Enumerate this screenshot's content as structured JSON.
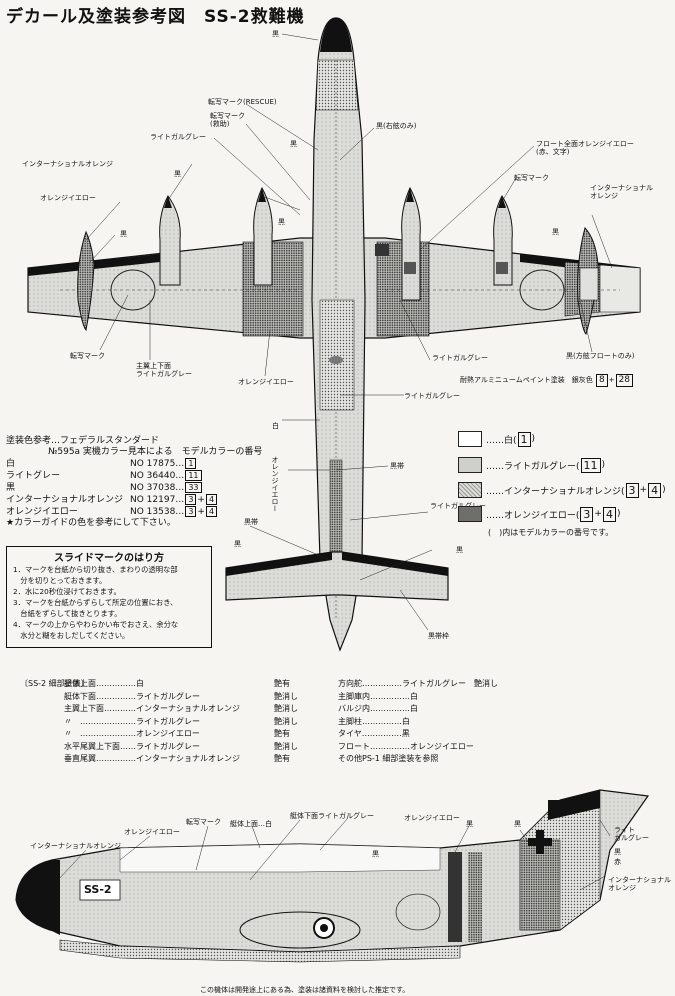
{
  "title": "デカール及塗装参考図　SS-2救難機",
  "colors": {
    "white": "#ffffff",
    "light_gull_gray": "#cfcfcb",
    "international_orange": "#9c9c98",
    "orange_yellow": "#6e6e6a",
    "black": "#111111"
  },
  "top_labels": {
    "kuro_top": "黒",
    "rescue": "転写マーク(RESCUE)",
    "kyuuen": "転写マーク\n(救助)",
    "light_gray_1": "ライトガルグレー",
    "kuro_r": "黒(右舷のみ)",
    "float_all": "フロート全面オレンジイエロー\n(赤、文字)",
    "intl_orange_l": "インターナショナルオレンジ",
    "orange_yellow_l": "オレンジイエロー",
    "kuro_a": "黒",
    "kuro_b": "黒",
    "kuro_c": "黒",
    "kuro_d": "黒",
    "tensha_r": "転写マーク",
    "intl_orange_r": "インターナショナル\nオレンジ",
    "kuro_e": "黒",
    "tensha_l": "転写マーク",
    "main_wing": "主翼上下面\nライトガルグレー",
    "orange_yellow_c": "オレンジイエロー",
    "light_gray_2": "ライトガルグレー",
    "kuro_float": "黒(方舷フロートのみ)",
    "alum": "耐熱アルミニュームペイント塗装　銀灰色",
    "alum_boxes": [
      "8",
      "28"
    ],
    "light_gray_3": "ライトガルグレー",
    "shiro": "白",
    "orange_yellow_v": "オレンジイエロー",
    "kuro_f": "黒帯",
    "light_gray_4": "ライトガルグレー",
    "kuro_g": "黒帯",
    "kuro_h": "黒",
    "kuro_i": "黒",
    "kuro_tail": "黒帯枠"
  },
  "reference": {
    "heading": "塗装色参考…フェデラルスタンダード",
    "sub": "№595a 実機カラー見本による　モデルカラーの番号",
    "rows": [
      {
        "name": "白",
        "no": "NO 17875…",
        "boxes": [
          "1"
        ]
      },
      {
        "name": "ライトグレー",
        "no": "NO 36440…",
        "boxes": [
          "11"
        ]
      },
      {
        "name": "黒",
        "no": "NO 37038…",
        "boxes": [
          "33"
        ]
      },
      {
        "name": "インターナショナルオレンジ",
        "no": "NO 12197…",
        "boxes": [
          "3",
          "4"
        ]
      },
      {
        "name": "オレンジイエロー",
        "no": "NO 13538…",
        "boxes": [
          "3",
          "4"
        ]
      }
    ],
    "note": "★カラーガイドの色を参考にして下さい。"
  },
  "legend": {
    "items": [
      {
        "label": "……白(",
        "boxes": [
          "1"
        ],
        "tail": ")"
      },
      {
        "label": "……ライトガルグレー(",
        "boxes": [
          "11"
        ],
        "tail": ")"
      },
      {
        "label": "……インターナショナルオレンジ(",
        "boxes": [
          "3",
          "4"
        ],
        "tail": ")"
      },
      {
        "label": "……オレンジイエロー(",
        "boxes": [
          "3",
          "4"
        ],
        "tail": ")"
      }
    ],
    "note": "(　)内はモデルカラーの番号です。"
  },
  "slide": {
    "title": "スライドマークのはり方",
    "lines": [
      "1．マークを台紙から切り抜き、まわりの透明な部",
      "　分を切りとっておきます。",
      "2．水に20秒位浸けておきます。",
      "3．マークを台紙からずらして所定の位置におき、",
      "　台紙をずらして抜きとります。",
      "4．マークの上からやわらかい布でおさえ、余分な",
      "　水分と糊をおしだしてください。"
    ]
  },
  "details": {
    "heading": "〔SS-2 細部塗装〕",
    "left": [
      [
        "艇体上面……………白",
        "艶有"
      ],
      [
        "艇体下面……………ライトガルグレー",
        "艶消し"
      ],
      [
        "主翼上下面…………インターナショナルオレンジ",
        "艶消し"
      ],
      [
        "〃　…………………ライトガルグレー",
        "艶消し"
      ],
      [
        "〃　…………………オレンジイエロー",
        "艶有"
      ],
      [
        "水平尾翼上下面……ライトガルグレー",
        "艶消し"
      ],
      [
        "垂直尾翼……………インターナショナルオレンジ",
        "艶有"
      ]
    ],
    "right": [
      "方向舵……………ライトガルグレー　艶消し",
      "主脚庫内……………白",
      "バルジ内……………白",
      "主脚柱……………白",
      "タイヤ……………黒",
      "フロート……………オレンジイエロー",
      "その他PS-1 細部塗装を参照"
    ]
  },
  "side_labels": {
    "intl": "インターナショナルオレンジ",
    "oy": "オレンジイエロー",
    "tensha": "転写マーク",
    "upper": "艇体上面…白",
    "lower": "艇体下面ライトガルグレー",
    "oy2": "オレンジイエロー",
    "kuro1": "黒",
    "kuro2": "黒",
    "kuro3": "黒",
    "lg": "ライト\nガルグレー",
    "kuro4": "黒",
    "aka": "赤",
    "intl2": "インターナショナル\nオレンジ",
    "hull_text": "SS-2"
  },
  "footer": "この機体は開発途上にある為、塗装は諸資料を検討した推定です。"
}
